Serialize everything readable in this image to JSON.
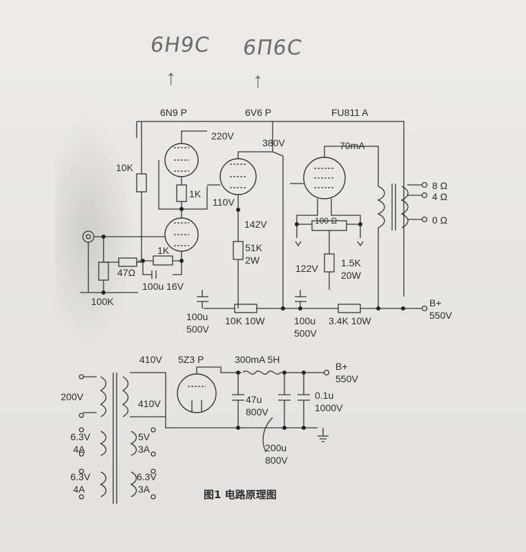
{
  "annotations": {
    "handwritten_left": "6H9C",
    "handwritten_right": "6П6C"
  },
  "tubes": {
    "driver": "6N9 P",
    "middle": "6V6 P",
    "output": "FU811 A",
    "rectifier": "5Z3 P"
  },
  "voltages": {
    "v220": "220V",
    "v380": "380V",
    "v110": "110V",
    "v142": "142V",
    "v122": "122V",
    "v410_top": "410V",
    "v410_mid": "410V",
    "current_70ma": "70mA"
  },
  "components": {
    "r10k": "10K",
    "r1k_a": "1K",
    "r1k_b": "1K",
    "r47": "47Ω",
    "r100k": "100K",
    "c100u_16v": "100u 16V",
    "r51k": "51K",
    "r51k_w": "2W",
    "r100ohm": "100 Ω",
    "r1_5k": "1.5K",
    "r1_5k_w": "20W",
    "c100u_a": "100u",
    "c100u_a_v": "500V",
    "r10k_10w": "10K 10W",
    "c100u_b": "100u",
    "c100u_b_v": "500V",
    "r3_4k": "3.4K 10W",
    "choke": "300mA 5H",
    "c47u": "47u",
    "c47u_v": "800V",
    "c0_1u": "0.1u",
    "c0_1u_v": "1000V",
    "c200u": "200u",
    "c200u_v": "800V"
  },
  "outputs": {
    "tap8": "8 Ω",
    "tap4": "4 Ω",
    "tap0": "0 Ω"
  },
  "supply": {
    "bplus_top": "B+",
    "bplus_top_v": "550V",
    "bplus_bottom": "B+",
    "bplus_bottom_v": "550V"
  },
  "transformer": {
    "primary": "200V",
    "heater1_v": "6.3V",
    "heater1_a": "4A",
    "heater2_v": "6.3V",
    "heater2_a": "4A",
    "sec_5v": "5V",
    "sec_3a": "3A",
    "sec_6_3v": "6.3V",
    "sec_3a_b": "3A"
  },
  "caption": "图1  电路原理图"
}
